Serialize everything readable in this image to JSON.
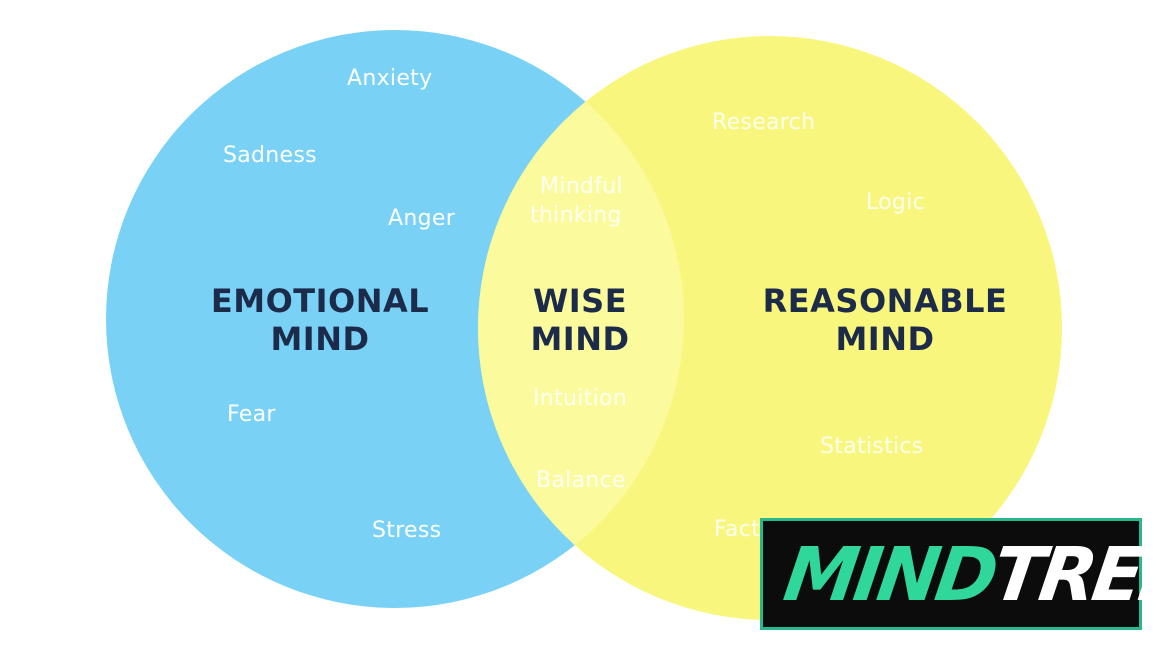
{
  "colors": {
    "emotional": "#79d2f6",
    "reasonable": "#f8f67c",
    "overlap": "#fbfa9c",
    "title_text": "#1c2b4a",
    "word_text": "#ffffff",
    "logo_bg": "#0c0c0c",
    "logo_accent": "#2fd79b"
  },
  "emotional": {
    "title_line1": "EMOTIONAL",
    "title_line2": "MIND",
    "words": [
      "Anxiety",
      "Sadness",
      "Anger",
      "Fear",
      "Stress"
    ]
  },
  "wise": {
    "title_line1": "WISE",
    "title_line2": "MIND",
    "words": [
      "Mindful",
      "thinking",
      "Intuition",
      "Balance"
    ]
  },
  "reasonable": {
    "title_line1": "REASONABLE",
    "title_line2": "MIND",
    "words": [
      "Research",
      "Logic",
      "Statistics",
      "Facts"
    ]
  },
  "logo": {
    "part1": "MIND",
    "part2": "TREK"
  }
}
